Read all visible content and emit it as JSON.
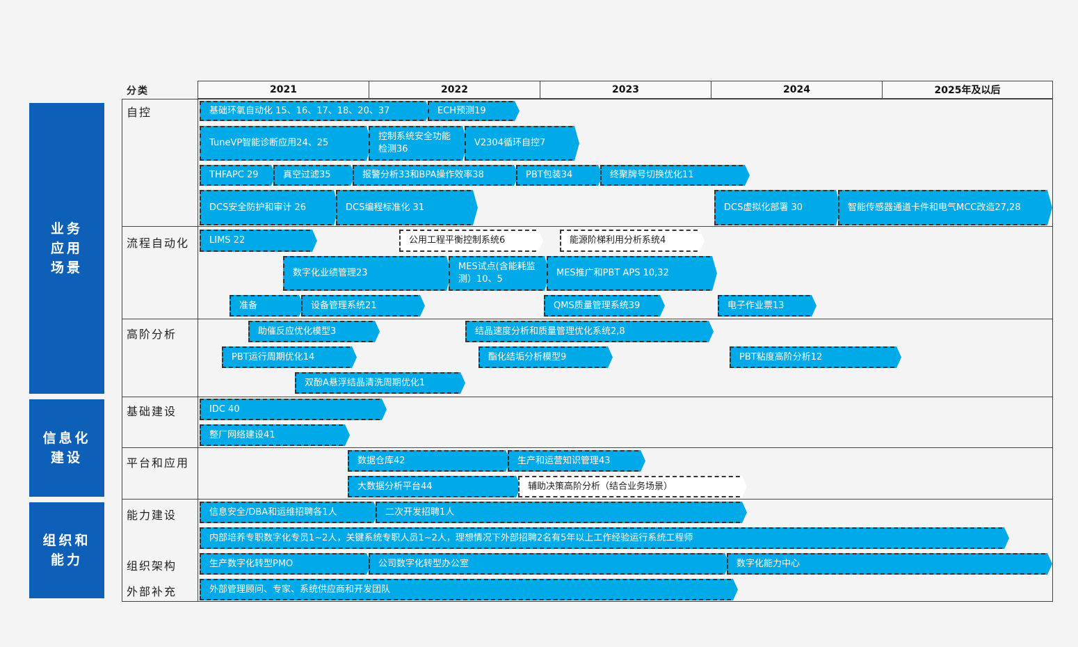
{
  "side": [
    "业务\n应用\n场景",
    "信息化\n建设",
    "组织和\n能力"
  ],
  "header": {
    "category": "分类",
    "years": [
      "2021",
      "2022",
      "2023",
      "2024",
      "2025年及以后"
    ]
  },
  "categories": [
    "自控",
    "流程自动化",
    "高阶分析",
    "基础建设",
    "平台和应用",
    "能力建设",
    "组织架构",
    "外部补充"
  ],
  "bars": {
    "zk": [
      "基础环氧自动化 15、16、17、18、20、37",
      "ECH预测19",
      "TuneVP智能诊断应用24、25",
      "控制系统安全功能检测36",
      "V2304循环自控7",
      "THFAPC 29",
      "真空过滤35",
      "报警分析33和BPA操作效率38",
      "PBT包装34",
      "终聚牌号切换优化11",
      "DCS安全防护和审计 26",
      "DCS编程标准化 31",
      "DCS虚拟化部署 30",
      "智能传感器通道卡件和电气MCC改造27,28"
    ],
    "lc": [
      "LIMS 22",
      "公用工程平衡控制系统6",
      "能源阶梯利用分析系统4",
      "数字化业绩管理23",
      "MES试点(含能耗监测）10、5",
      "MES推广和PBT APS 10,32",
      "准备",
      "设备管理系统21",
      "QMS质量管理系统39",
      "电子作业票13"
    ],
    "gj": [
      "助催反应优化模型3",
      "结晶速度分析和质量管理优化系统2,8",
      "PBT运行周期优化14",
      "酯化结垢分析模型9",
      "PBT粘度高阶分析12",
      "双酚A悬浮结晶清洗周期优化1"
    ],
    "jc": [
      "IDC 40",
      "整厂网络建设41"
    ],
    "pt": [
      "数据仓库42",
      "生产和运营知识管理43",
      "大数据分析平台44",
      "辅助决策高阶分析（结合业务场景）"
    ],
    "nl": [
      "信息安全/DBA和运维招聘各1人",
      "二次开发招聘1人",
      "内部培养专职数字化专员1~2人，关键系统专职人员1~2人，理想情况下外部招聘2名有5年以上工作经验运行系统工程师",
      "生产数字化转型PMO",
      "公司数字化转型办公室",
      "数字化能力中心",
      "外部管理顾问、专家、系统供应商和开发团队"
    ]
  },
  "colors": {
    "bar": "#00a9e8",
    "side": "#0d5fb8"
  }
}
